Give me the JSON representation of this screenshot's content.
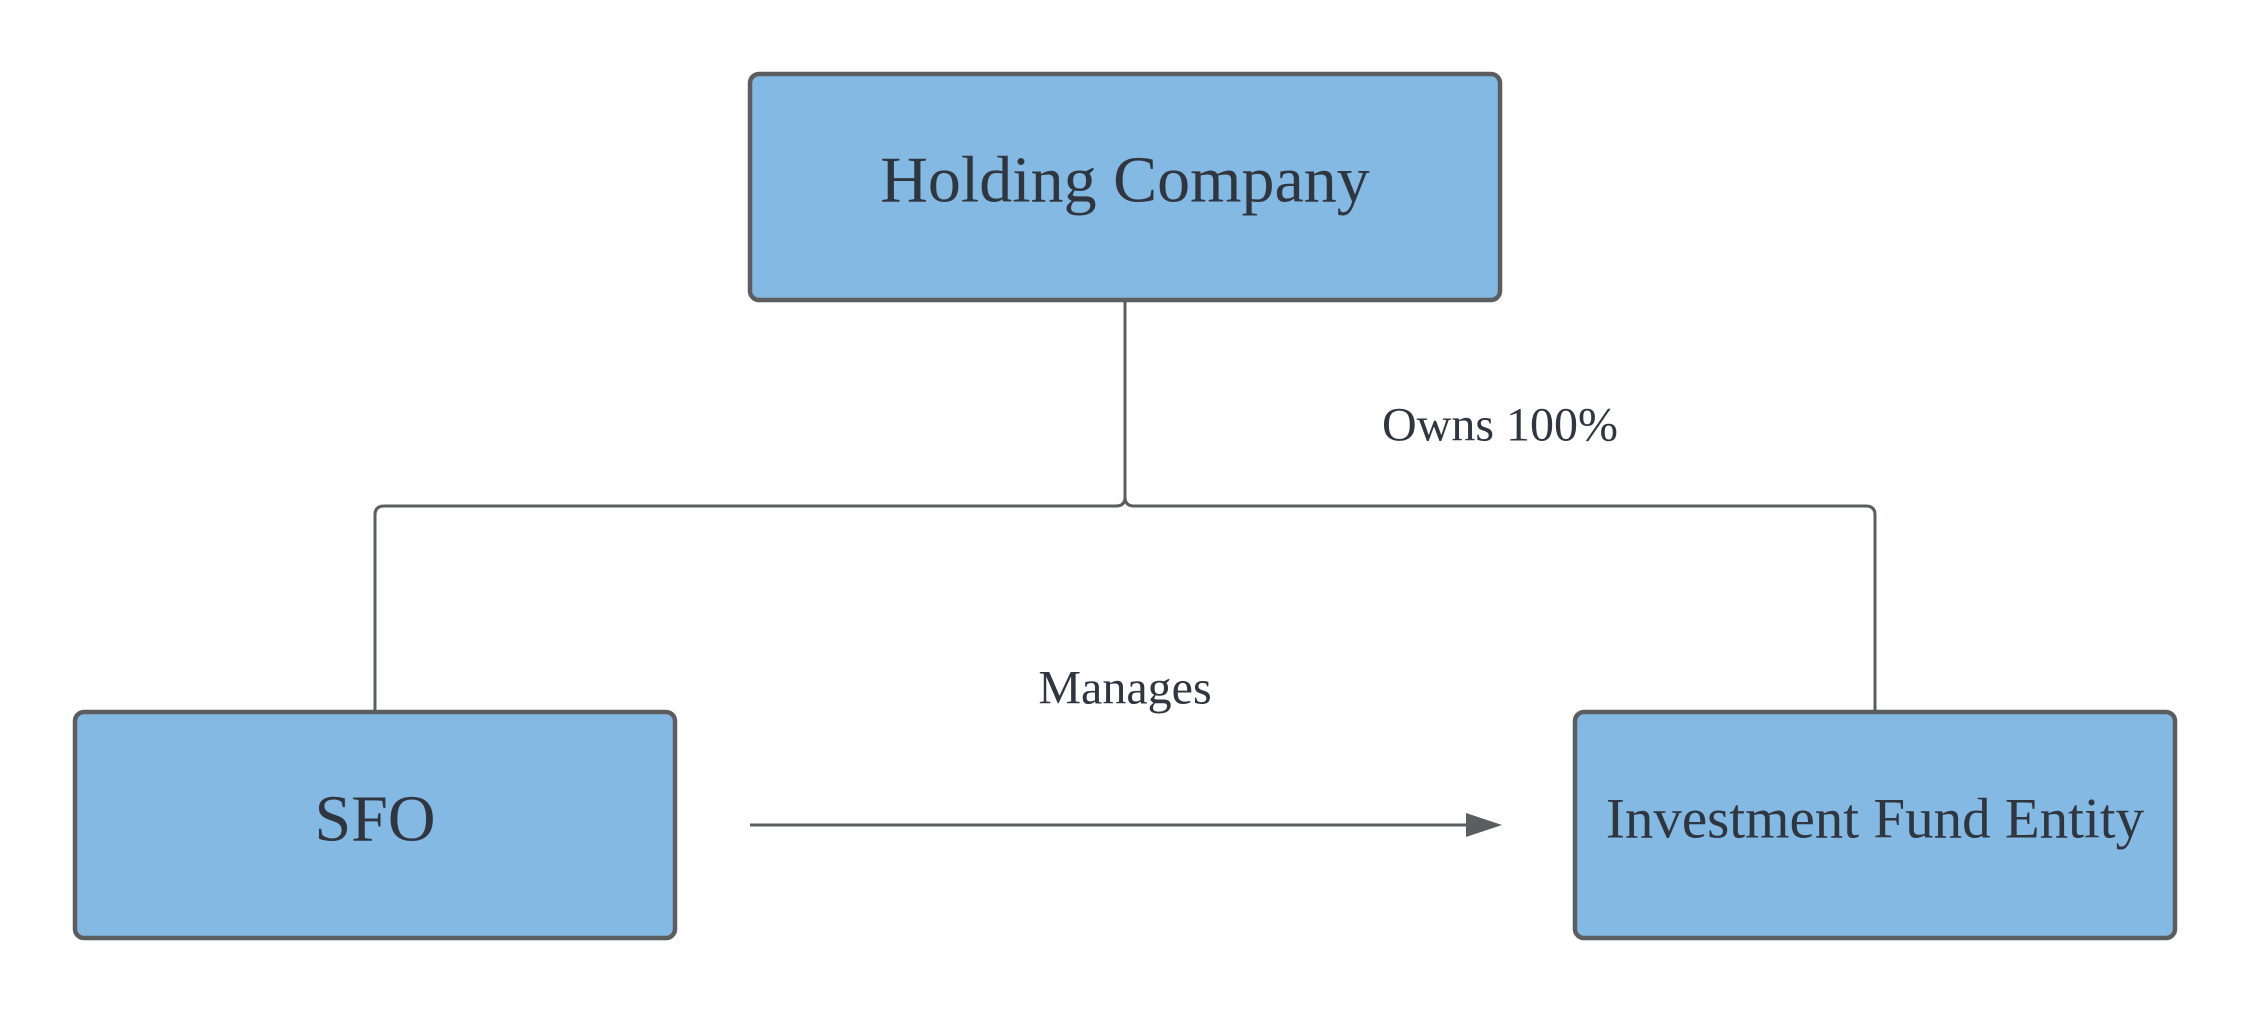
{
  "nodes": {
    "holding": {
      "label": "Holding Company"
    },
    "sfo": {
      "label": "SFO"
    },
    "fund": {
      "label": "Investment Fund Entity"
    }
  },
  "edges": {
    "owns": {
      "label": "Owns 100%"
    },
    "manages": {
      "label": "Manages"
    }
  },
  "colors": {
    "box_fill": "#84b9e3",
    "box_stroke": "#5b5d60",
    "text": "#2f3640"
  }
}
